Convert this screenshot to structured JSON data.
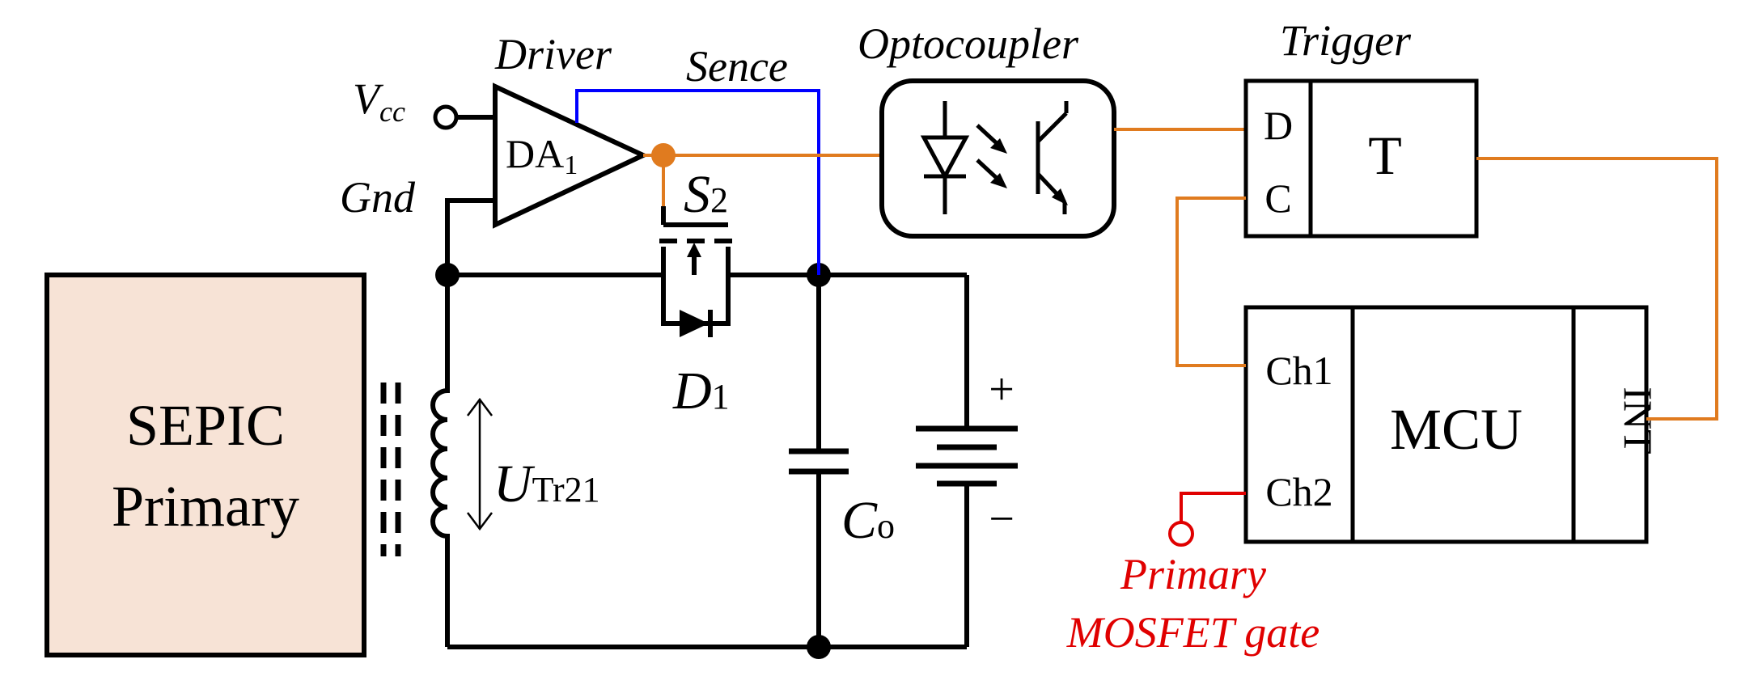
{
  "labels": {
    "vcc_main": "V",
    "vcc_sub": "cc",
    "gnd": "Gnd",
    "driver": "Driver",
    "sense": "Sence",
    "optocoupler": "Optocoupler",
    "trigger": "Trigger",
    "da_main": "DA",
    "da_sub": "1",
    "s2_main": "S",
    "s2_sub": "2",
    "d1_main": "D",
    "d1_sub": "1",
    "utr_main": "U",
    "utr_sub": "Tr21",
    "co_main": "C",
    "co_sub": "o",
    "sepic_line1": "SEPIC",
    "sepic_line2": "Primary",
    "trigger_d": "D",
    "trigger_c": "C",
    "trigger_t": "T",
    "ch1": "Ch1",
    "ch2": "Ch2",
    "mcu": "MCU",
    "int": "INT",
    "battery_plus": "+",
    "battery_minus": "−",
    "primary_gate_line1": "Primary",
    "primary_gate_line2": "MOSFET gate"
  },
  "colors": {
    "wire": "#000000",
    "sense_wire": "#0000ff",
    "signal_wire": "#e07b1f",
    "gate_wire": "#e00000",
    "sepic_fill": "#f7e3d6"
  }
}
